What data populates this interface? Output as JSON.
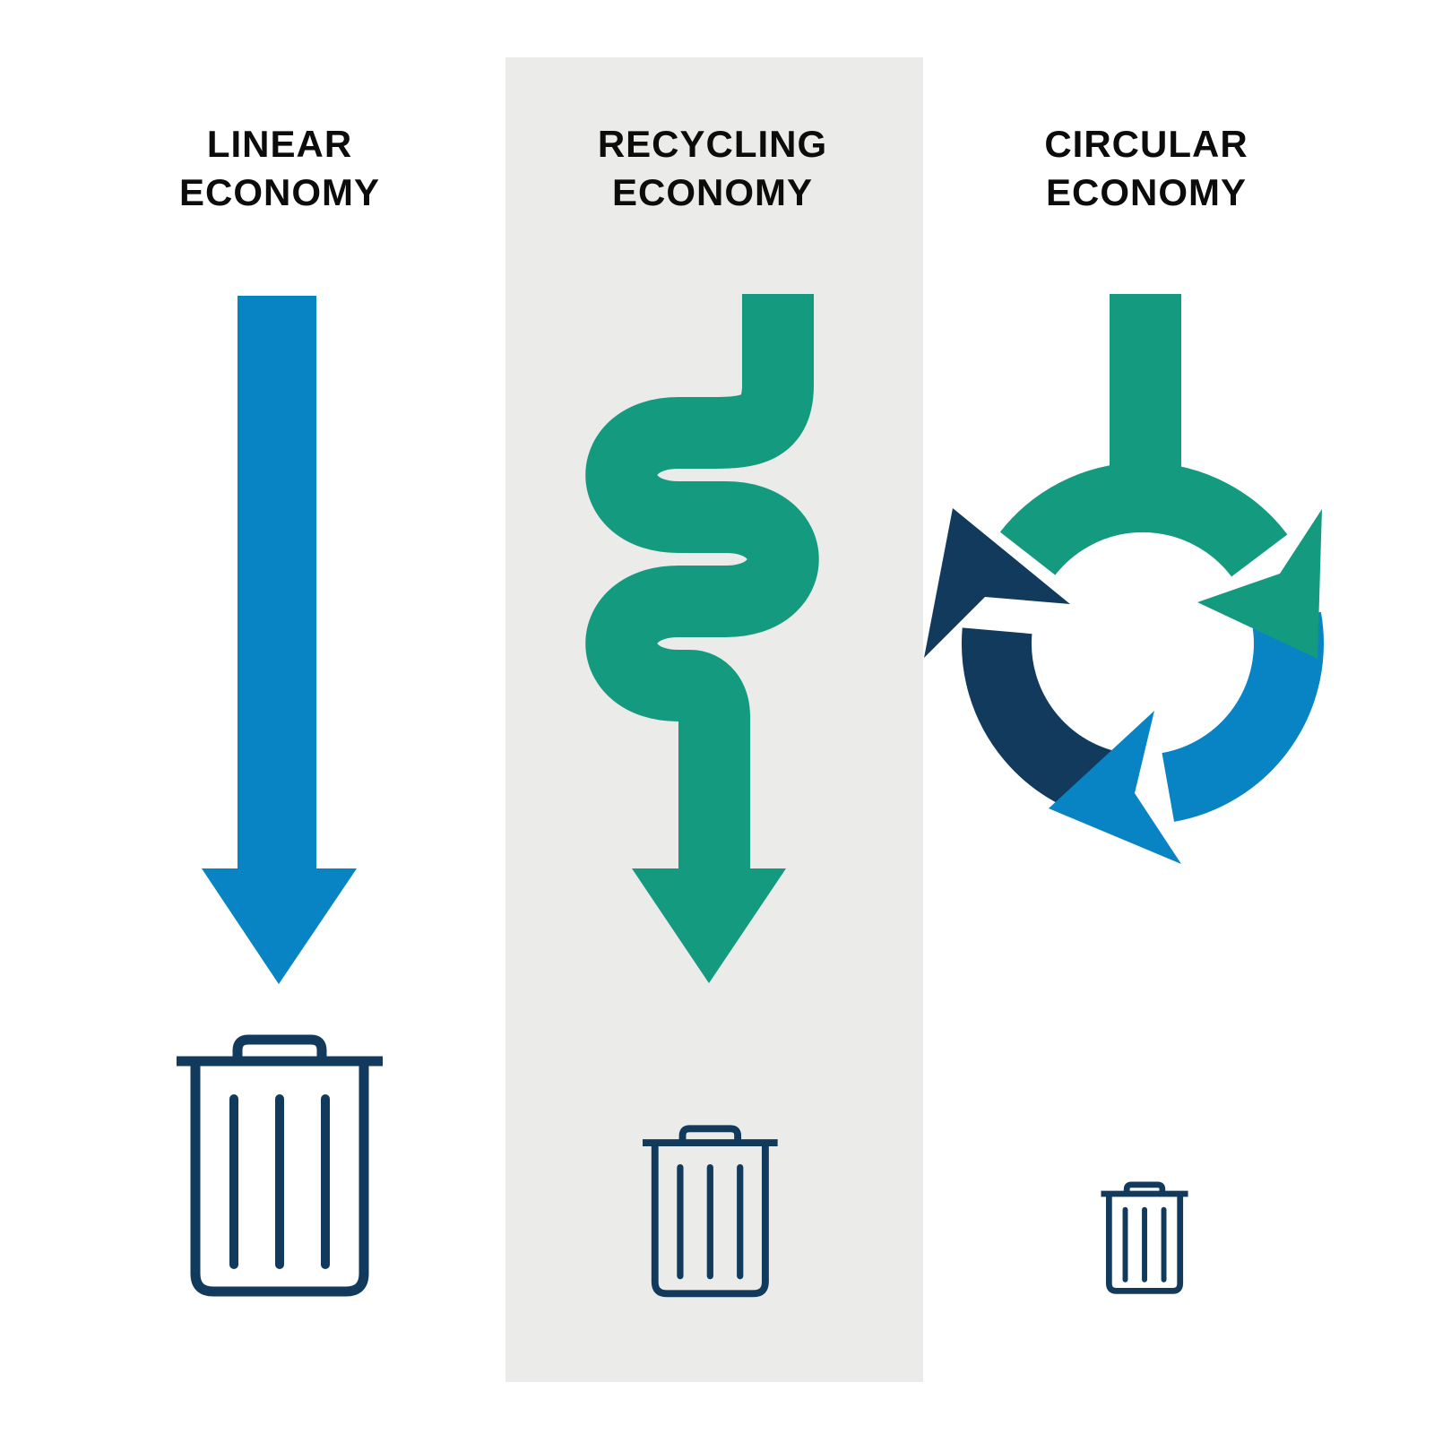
{
  "diagram": {
    "type": "economy-comparison-infographic",
    "columns": [
      {
        "id": "linear",
        "title_line1": "LINEAR",
        "title_line2": "ECONOMY",
        "flow_icon": "straight-down-arrow-icon",
        "flow_color": "blue",
        "waste_bin_size": "large"
      },
      {
        "id": "recycling",
        "title_line1": "RECYCLING",
        "title_line2": "ECONOMY",
        "flow_icon": "winding-down-arrow-icon",
        "flow_color": "green",
        "waste_bin_size": "medium",
        "highlighted_panel": true
      },
      {
        "id": "circular",
        "title_line1": "CIRCULAR",
        "title_line2": "ECONOMY",
        "flow_icon": "circular-loop-arrows-icon",
        "flow_colors": [
          "green",
          "blue",
          "navy"
        ],
        "waste_bin_size": "small"
      }
    ]
  },
  "colors": {
    "blue": "#0883C4",
    "green": "#149B7F",
    "navy": "#113A5C",
    "panel": "#EBEBE9",
    "text": "#0C0C0C",
    "background": "#FFFFFF"
  }
}
